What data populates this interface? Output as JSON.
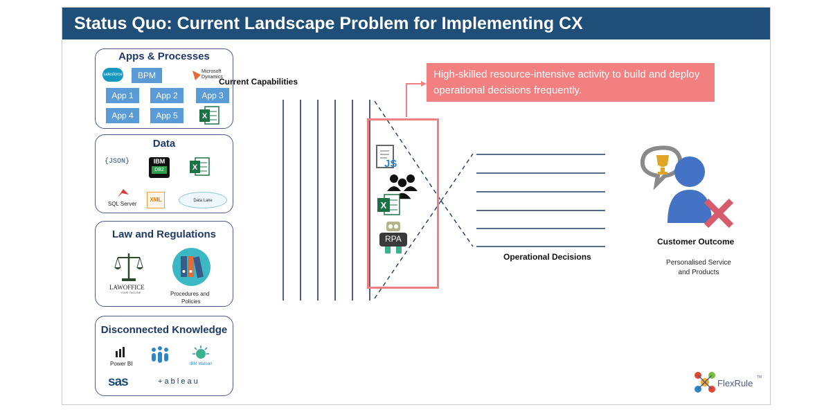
{
  "title": "Status Quo: Current Landscape Problem for Implementing CX",
  "panels": {
    "apps": {
      "title": "Apps & Processes",
      "salesforce": "salesforce",
      "bpm": "BPM",
      "dynamics_line1": "Microsoft",
      "dynamics_line2": "Dynamics",
      "apps": [
        "App 1",
        "App 2",
        "App 3",
        "App 4",
        "App 5"
      ]
    },
    "data": {
      "title": "Data",
      "json": "{JSON}",
      "ibm_line1": "IBM",
      "ibm_line2": "DB2",
      "sqlserver": "SQL Server",
      "xml": "XML",
      "datalake": "Data Lake"
    },
    "law": {
      "title": "Law and Regulations",
      "lawoffice": "LAWOFFICE",
      "lawoffice_sub": "YOUR TAGLINE",
      "procedures_line1": "Procedures and",
      "procedures_line2": "Policies"
    },
    "knowledge": {
      "title": "Disconnected Knowledge",
      "powerbi": "Power BI",
      "watson": "IBM Watson",
      "sas": "sas",
      "tableau": "+ a b l e a u"
    }
  },
  "diagram": {
    "capabilities_label": "Current Capabilities",
    "callout": "High-skilled resource-intensive activity to build and deploy operational decisions frequently.",
    "tools": {
      "js": "JS",
      "rpa": "RPA"
    },
    "operational_label": "Operational Decisions",
    "customer_label": "Customer Outcome",
    "customer_sub_line1": "Personalised Service",
    "customer_sub_line2": "and Products"
  },
  "logo": {
    "name": "FlexRule",
    "tm": "TM"
  },
  "colors": {
    "title_bg": "#1f4e79",
    "panel_border": "#4a5b8c",
    "app_box": "#5b9bd5",
    "callout_bg": "#f28080",
    "red_box": "#f08080",
    "line_navy": "#1f3864",
    "customer_blue": "#4472c4",
    "cross_red": "#d65b6b"
  }
}
